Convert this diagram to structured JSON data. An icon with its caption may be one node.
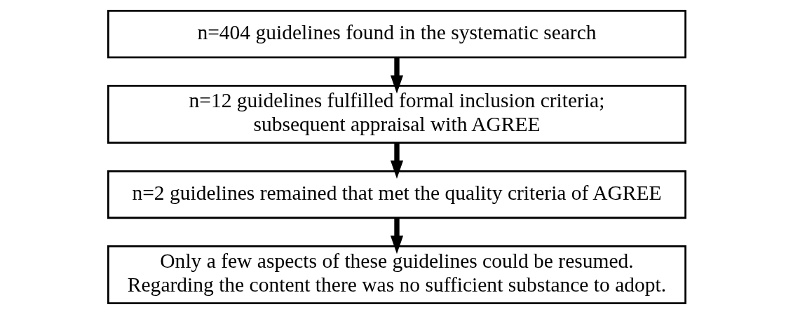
{
  "diagram": {
    "nodes": [
      {
        "text": [
          "n=404 guidelines found in the systematic search"
        ]
      },
      {
        "text": [
          "n=12 guidelines fulfilled formal inclusion criteria; subsequent appraisal with AGREE"
        ]
      },
      {
        "text": [
          "n=2 guidelines remained that met the quality criteria of AGREE"
        ]
      },
      {
        "text": [
          "Only a few aspects of these guidelines could be resumed. Regarding the content there was no sufficient substance to adopt."
        ]
      }
    ],
    "edges": [
      {
        "from": 0,
        "to": 1,
        "arrow": "to"
      },
      {
        "from": 1,
        "to": 2,
        "arrow": "to"
      },
      {
        "from": 2,
        "to": 3,
        "arrow": "to"
      }
    ]
  }
}
